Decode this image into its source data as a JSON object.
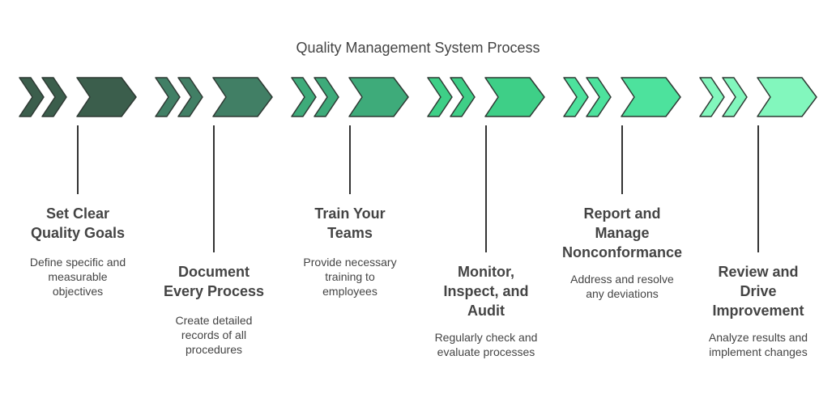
{
  "title": "Quality Management System Process",
  "steps": [
    {
      "heading": "Set Clear\nQuality Goals",
      "description": "Define specific and\nmeasurable\nobjectives",
      "color": "#3b5e4c"
    },
    {
      "heading": "Document\nEvery Process",
      "description": "Create detailed\nrecords of all\nprocedures",
      "color": "#417f65"
    },
    {
      "heading": "Train Your\nTeams",
      "description": "Provide necessary\ntraining to\nemployees",
      "color": "#3eab7a"
    },
    {
      "heading": "Monitor,\nInspect, and\nAudit",
      "description": "Regularly check and\nevaluate processes",
      "color": "#3ecf87"
    },
    {
      "heading": "Report and\nManage\nNonconformance",
      "description": "Address and resolve\nany deviations",
      "color": "#4de29d"
    },
    {
      "heading": "Review and\nDrive\nImprovement",
      "description": "Analyze results and\nimplement changes",
      "color": "#82f7bd"
    }
  ]
}
